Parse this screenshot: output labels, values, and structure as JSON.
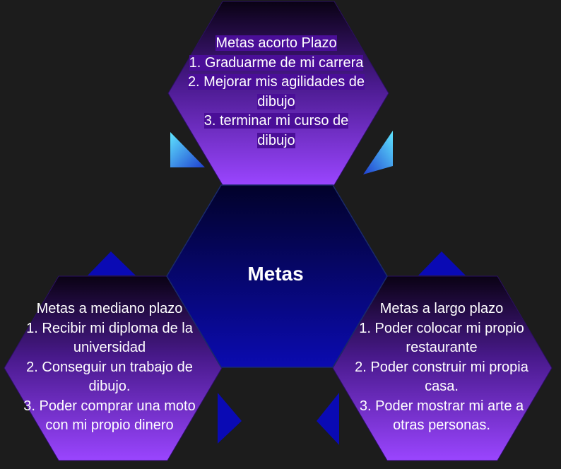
{
  "center": {
    "title": "Metas"
  },
  "top": {
    "lines": [
      "Metas acorto Plazo",
      "1. Graduarme de mi carrera",
      "2. Mejorar mis agilidades de",
      "dibujo",
      "3. terminar  mi curso de",
      "dibujo"
    ]
  },
  "left": {
    "lines": [
      "Metas a mediano plazo",
      "1. Recibir mi diploma de la",
      "universidad",
      "2. Conseguir un trabajo de",
      "dibujo.",
      "3. Poder comprar una moto",
      "con mi propio dinero"
    ]
  },
  "right": {
    "lines": [
      "Metas a largo plazo",
      "1. Poder colocar mi propio",
      "restaurante",
      "2. Poder construir mi propia",
      "casa.",
      "3. Poder mostrar mi arte a",
      "otras personas."
    ]
  },
  "colors": {
    "background": "#1c1c1c",
    "center_top": "#02022a",
    "center_bottom": "#0b0bb0",
    "outer_top": "#0a0214",
    "outer_bottom": "#9a45ff",
    "arrow_cyan": "#45d8f5",
    "arrow_blue": "#1f3fd0",
    "arrow_dark": "#0a0ab4"
  }
}
